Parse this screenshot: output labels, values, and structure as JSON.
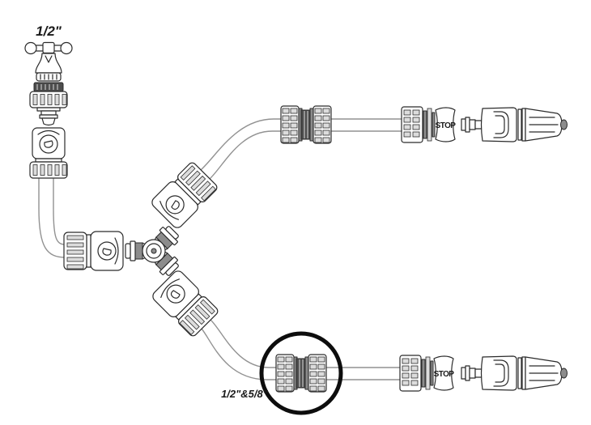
{
  "diagram": {
    "description": "Garden hose fitting connection diagram",
    "labels": {
      "tap_size": "1/2\"",
      "hose_sizes": "1/2\"&5/8\"",
      "stop": "STOP"
    },
    "colors": {
      "line": "#2b2b2b",
      "hose": "#929292",
      "dark": "#4d4d4d",
      "mid": "#8c8c8c",
      "light": "#dcdcdc",
      "paper": "#ffffff",
      "ring": "#0d0d0d",
      "ink": "#1a1a1a"
    },
    "components": [
      "tap-icon",
      "tap-connector-icon",
      "hose-quick-connector-icon",
      "three-way-splitter-icon",
      "hose-mender-icon",
      "stop-connector-icon",
      "spray-nozzle-icon",
      "garden-hose-line",
      "highlight-circle"
    ]
  }
}
